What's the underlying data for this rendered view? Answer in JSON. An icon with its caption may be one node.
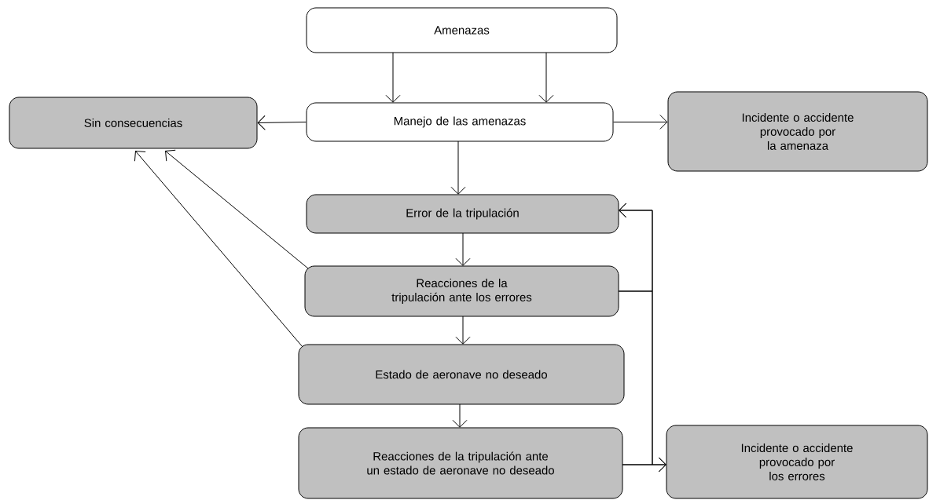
{
  "diagram": {
    "nodes": [
      {
        "text": [
          "Amenazas"
        ]
      },
      {
        "text": [
          "Manejo de las amenazas"
        ]
      },
      {
        "text": [
          "Sin consecuencias"
        ]
      },
      {
        "text": [
          "Incidente o accidente provocado por la amenaza"
        ]
      },
      {
        "text": [
          "Error de la tripulación"
        ]
      },
      {
        "text": [
          "Reacciones de la tripulación ante los errores"
        ]
      },
      {
        "text": [
          "Estado de aeronave no deseado"
        ]
      },
      {
        "text": [
          "Reacciones de la tripulación ante un estado de aeronave no deseado"
        ]
      },
      {
        "text": [
          "Incidente o accidente provocado por los errores"
        ]
      }
    ],
    "edges": [
      {
        "from": 0,
        "to": 1,
        "arrow": "to"
      },
      {
        "from": 0,
        "to": 1,
        "arrow": "to"
      },
      {
        "from": 1,
        "to": 2,
        "arrow": "to"
      },
      {
        "from": 1,
        "to": 3,
        "arrow": "to"
      },
      {
        "from": 1,
        "to": 4,
        "arrow": "to"
      },
      {
        "from": 4,
        "to": 5,
        "arrow": "to"
      },
      {
        "from": 5,
        "to": 6,
        "arrow": "to"
      },
      {
        "from": 6,
        "to": 7,
        "arrow": "to"
      },
      {
        "from": 5,
        "to": 2,
        "arrow": "to"
      },
      {
        "from": 6,
        "to": 2,
        "arrow": "to"
      },
      {
        "from": 5,
        "to": 4,
        "arrow": "to"
      },
      {
        "from": 5,
        "to": 8,
        "arrow": "to"
      },
      {
        "from": 7,
        "to": 4,
        "arrow": "to"
      },
      {
        "from": 7,
        "to": 8,
        "arrow": "to"
      }
    ]
  }
}
